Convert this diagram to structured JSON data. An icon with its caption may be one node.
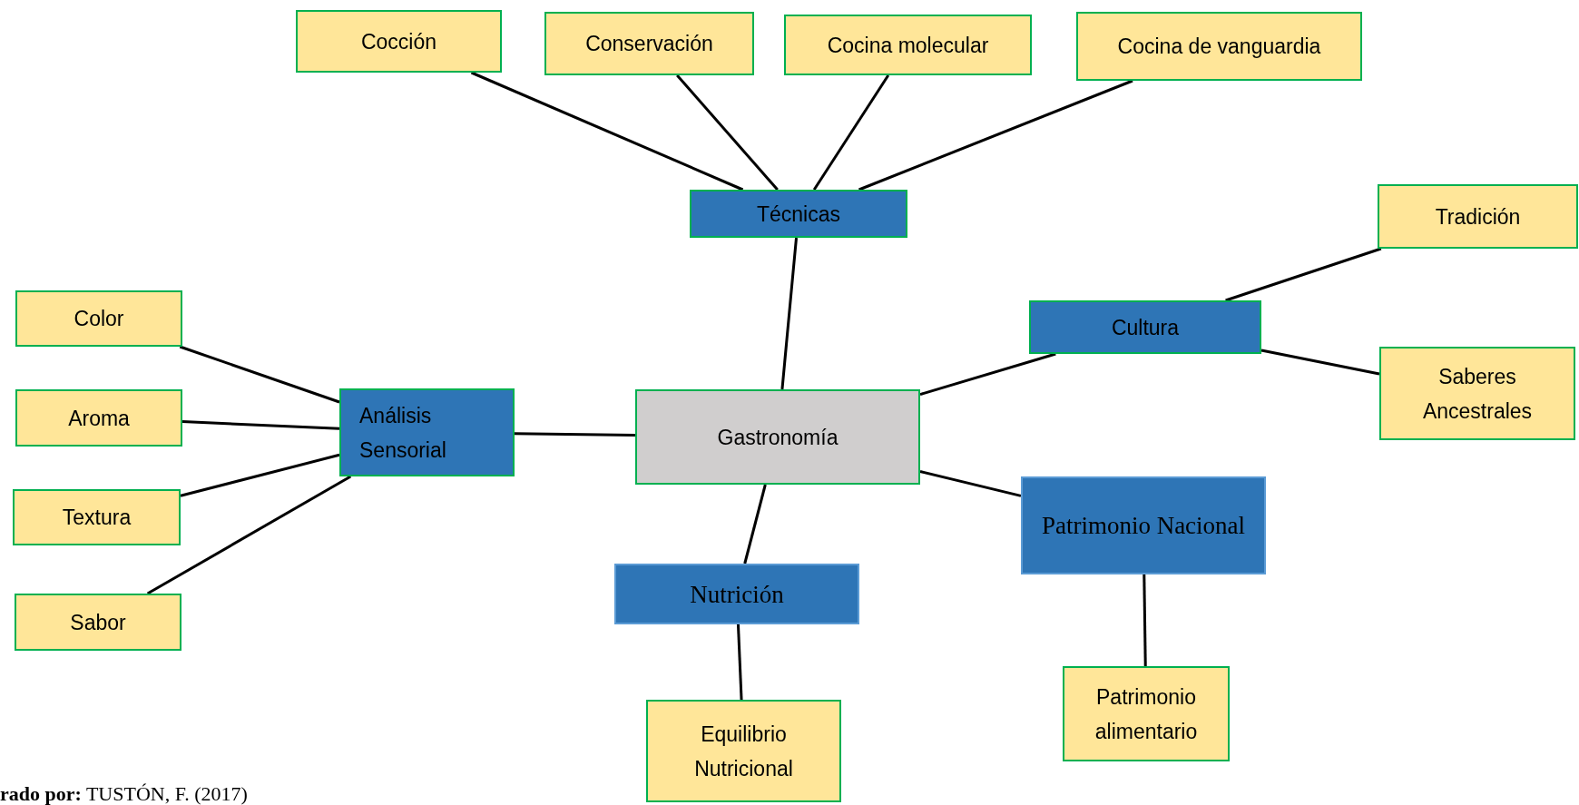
{
  "diagram": {
    "nodes": [
      {
        "text": [
          "Cocción"
        ]
      },
      {
        "text": [
          "Conservación"
        ]
      },
      {
        "text": [
          "Cocina molecular"
        ]
      },
      {
        "text": [
          "Cocina de vanguardia"
        ]
      },
      {
        "text": [
          "Técnicas"
        ]
      },
      {
        "text": [
          "Tradición"
        ]
      },
      {
        "text": [
          "Color"
        ]
      },
      {
        "text": [
          "Cultura"
        ]
      },
      {
        "text": [
          "Saberes Ancestrales"
        ]
      },
      {
        "text": [
          "Aroma"
        ]
      },
      {
        "text": [
          "Análisis Sensorial"
        ]
      },
      {
        "text": [
          "Gastronomía"
        ]
      },
      {
        "text": [
          "Textura"
        ]
      },
      {
        "text": [
          "Patrimonio Nacional"
        ]
      },
      {
        "text": [
          "Nutrición"
        ]
      },
      {
        "text": [
          "Sabor"
        ]
      },
      {
        "text": [
          "Patrimonio alimentario"
        ]
      },
      {
        "text": [
          "Equilibrio Nutricional"
        ]
      }
    ],
    "edges": [
      {
        "from": 0,
        "to": 4,
        "arrow": "none"
      },
      {
        "from": 1,
        "to": 4,
        "arrow": "none"
      },
      {
        "from": 2,
        "to": 4,
        "arrow": "none"
      },
      {
        "from": 3,
        "to": 4,
        "arrow": "none"
      },
      {
        "from": 11,
        "to": 4,
        "arrow": "none"
      },
      {
        "from": 7,
        "to": 5,
        "arrow": "none"
      },
      {
        "from": 7,
        "to": 8,
        "arrow": "none"
      },
      {
        "from": 11,
        "to": 7,
        "arrow": "none"
      },
      {
        "from": 6,
        "to": 10,
        "arrow": "none"
      },
      {
        "from": 9,
        "to": 10,
        "arrow": "none"
      },
      {
        "from": 12,
        "to": 10,
        "arrow": "none"
      },
      {
        "from": 15,
        "to": 10,
        "arrow": "none"
      },
      {
        "from": 11,
        "to": 10,
        "arrow": "none"
      },
      {
        "from": 11,
        "to": 14,
        "arrow": "none"
      },
      {
        "from": 14,
        "to": 17,
        "arrow": "none"
      },
      {
        "from": 11,
        "to": 13,
        "arrow": "none"
      },
      {
        "from": 13,
        "to": 16,
        "arrow": "none"
      }
    ],
    "labels": [
      "**rado por:** TUSTÓN, F. (2017)"
    ]
  }
}
